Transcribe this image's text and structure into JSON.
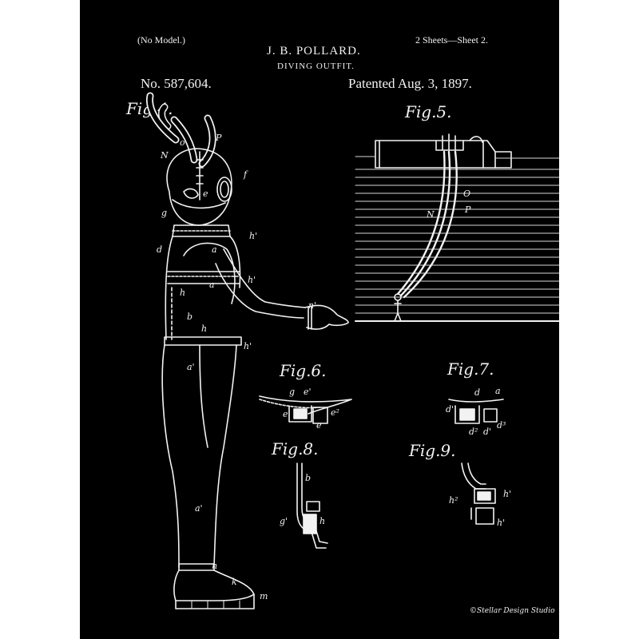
{
  "header": {
    "no_model": "(No Model.)",
    "sheets": "2 Sheets—Sheet 2.",
    "inventor": "J. B. POLLARD.",
    "title": "DIVING OUTFIT.",
    "patent_number": "No. 587,604.",
    "patent_date": "Patented Aug. 3, 1897."
  },
  "figures": {
    "fig4": "Fig.4.",
    "fig5": "Fig.5.",
    "fig6": "Fig.6.",
    "fig7": "Fig.7.",
    "fig8": "Fig.8.",
    "fig9": "Fig.9."
  },
  "labels": {
    "fig4": {
      "N": "N",
      "o": "o",
      "P": "P",
      "f": "f",
      "e": "e",
      "g": "g",
      "h_prime_top": "h'",
      "d": "d",
      "a_shoulder": "a",
      "h_prime_mid": "h'",
      "a_arm": "a",
      "n_prime": "n'",
      "h_body": "h",
      "b": "b",
      "h_waist": "h",
      "h_prime_low": "h'",
      "a_prime_thigh": "a'",
      "a_prime_leg": "a'",
      "n_ankle": "n",
      "k": "k",
      "m": "m"
    },
    "fig5": {
      "N": "N",
      "O": "O",
      "P": "P"
    },
    "fig6": {
      "g": "g",
      "e_prime": "e'",
      "e": "e",
      "e2": "e²",
      "e3": "e"
    },
    "fig7": {
      "d": "d",
      "a": "a",
      "d_prime": "d'",
      "d2": "d²",
      "d_prime2": "d'",
      "d3": "d³"
    },
    "fig8": {
      "b": "b",
      "g_prime": "g'",
      "h": "h"
    },
    "fig9": {
      "h2": "h²",
      "h_prime": "h'",
      "h_prime2": "h'"
    }
  },
  "signature": "©Stellar Design Studio",
  "colors": {
    "paper": "#000000",
    "ink": "#f2f2f2",
    "border": "#ffffff"
  }
}
